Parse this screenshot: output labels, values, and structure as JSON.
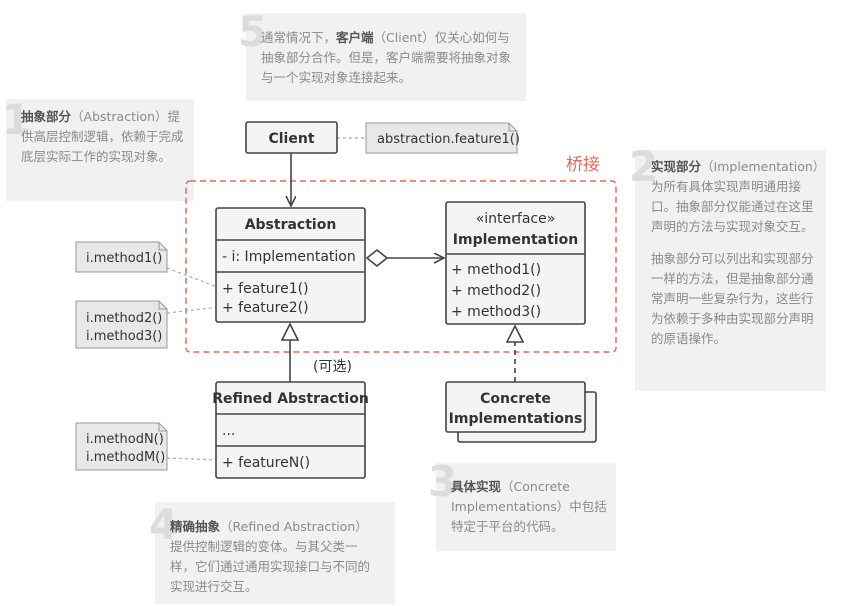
{
  "bridge_label": "桥接",
  "optional_label": "(可选)",
  "classes": {
    "client": {
      "name": "Client"
    },
    "abstraction": {
      "name": "Abstraction",
      "fields": [
        "- i: Implementation"
      ],
      "methods": [
        "+ feature1()",
        "+ feature2()"
      ]
    },
    "implementation": {
      "stereotype": "«interface»",
      "name": "Implementation",
      "methods": [
        "+ method1()",
        "+ method2()",
        "+ method3()"
      ]
    },
    "refined": {
      "name": "Refined Abstraction",
      "fields": [
        "..."
      ],
      "methods": [
        "+ featureN()"
      ]
    },
    "concrete": {
      "name_line1": "Concrete",
      "name_line2": "Implementations"
    }
  },
  "code_notes": {
    "client": "abstraction.feature1()",
    "feature1": "i.method1()",
    "feature2": [
      "i.method2()",
      "i.method3()"
    ],
    "featureN": [
      "i.methodN()",
      "i.methodM()"
    ]
  },
  "notes": [
    {
      "num": "1",
      "bold": "抽象部分",
      "rest": "（Abstraction）提供高层控制逻辑，依赖于完成底层实际工作的实现对象。"
    },
    {
      "num": "2",
      "bold": "实现部分",
      "rest": "（Implementation）为所有具体实现声明通用接口。抽象部分仅能通过在这里声明的方法与实现对象交互。",
      "extra": "抽象部分可以列出和实现部分一样的方法，但是抽象部分通常声明一些复杂行为，这些行为依赖于多种由实现部分声明的原语操作。"
    },
    {
      "num": "3",
      "bold": "具体实现",
      "rest": "（Concrete Implementations）中包括特定于平台的代码。"
    },
    {
      "num": "4",
      "bold": "精确抽象",
      "rest": "（Refined Abstraction）提供控制逻辑的变体。与其父类一样，它们通过通用实现接口与不同的实现进行交互。"
    },
    {
      "num": "5",
      "pre": "通常情况下，",
      "bold": "客户端",
      "rest": "（Client）仅关心如何与抽象部分合作。但是，客户端需要将抽象对象与一个实现对象连接起来。"
    }
  ],
  "colors": {
    "bridge": "#e8685a",
    "box_fill": "#f4f4f4",
    "note_bg": "#f1f1f1",
    "stroke": "#444444"
  }
}
